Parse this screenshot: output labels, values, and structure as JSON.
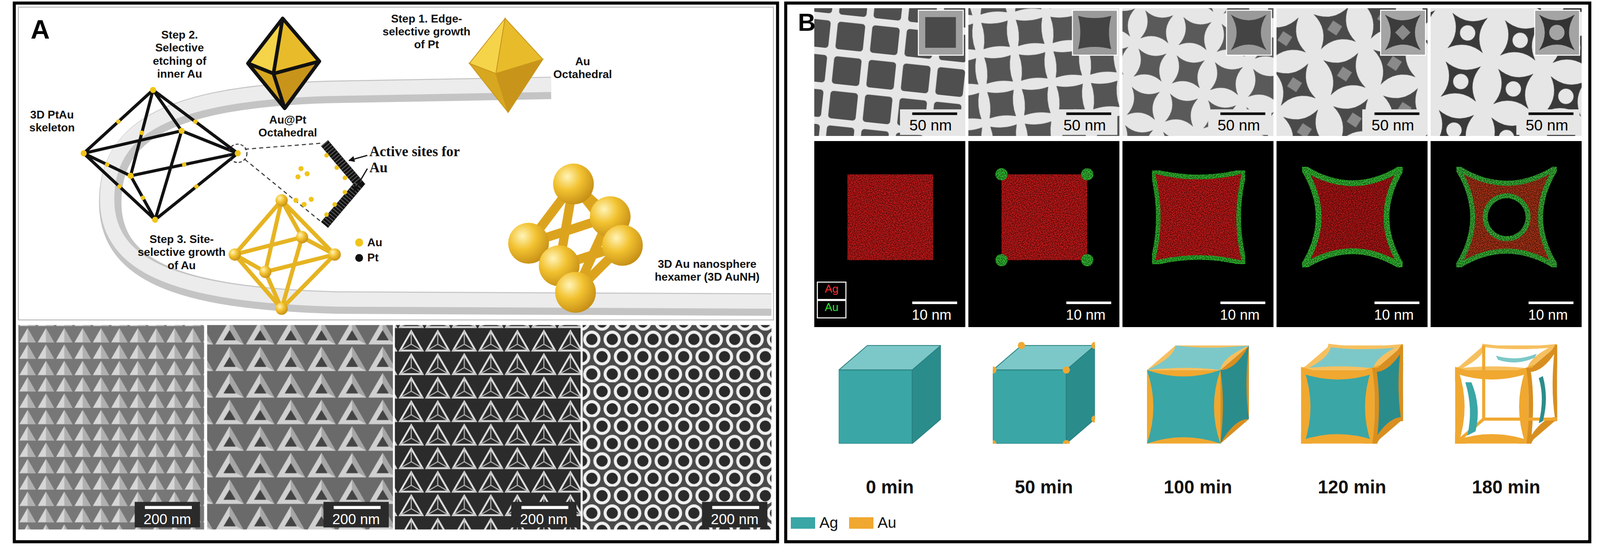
{
  "diagram": {
    "labels": [
      "A",
      "Step 1. Edge-selective growth of Pt",
      "Au Octahedral",
      "Step 2. Selective etching of inner Au",
      "3D PtAu skeleton",
      "Au@Pt Octahedral",
      "Active sites for Au",
      "Step 3. Site-selective growth of Au",
      "3D Au nanosphere hexamer (3D AuNH)",
      "200 nm",
      "200 nm",
      "200 nm",
      "200 nm",
      "B",
      "50 nm",
      "50 nm",
      "50 nm",
      "50 nm",
      "50 nm",
      "Ag",
      "Au",
      "10 nm",
      "10 nm",
      "10 nm",
      "10 nm",
      "10 nm",
      "0 min",
      "50 min",
      "100 min",
      "120 min",
      "180 min"
    ],
    "legend": [
      {
        "text": "Au",
        "color": "#f0c419"
      },
      {
        "text": "Pt",
        "color": "#111111"
      },
      {
        "text": "Ag",
        "color": "#3aa6a6"
      },
      {
        "text": "Au",
        "color": "#f0a830"
      }
    ]
  }
}
